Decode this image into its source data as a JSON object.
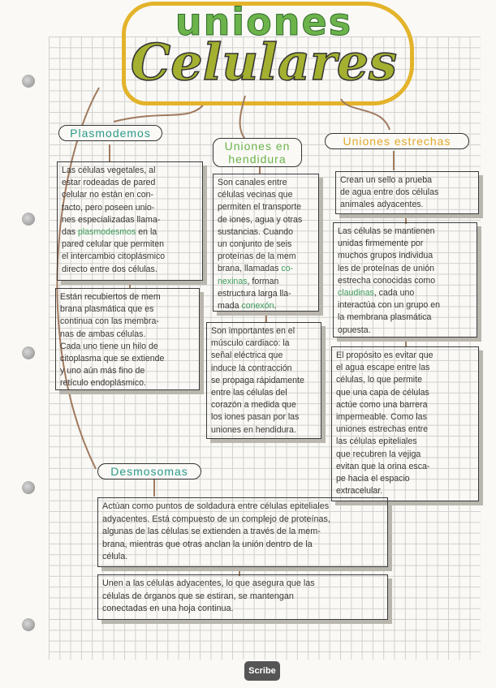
{
  "title": {
    "line1": "uniones",
    "line2": "Celulares"
  },
  "colors": {
    "accent_green": "#3c9a5a",
    "title_outline": "#e3b32a",
    "connector": "#a07a5e",
    "estrechas_label": "#e0a92a",
    "desmosomas_label": "#2a9a8a"
  },
  "sections": {
    "plasmodemos": {
      "label": "Plasmodemos",
      "boxes": [
        [
          {
            "t": "Las células vegetales, al\nestar rodeadas de pared\ncelular no están en con-\ntacto, pero poseen unio-\nnes especializadas llama-\ndas "
          },
          {
            "t": "plasmodesmos",
            "hl": true
          },
          {
            "t": " en la\npared celular que permiten\nel intercambio citoplásmico\ndirecto entre dos células."
          }
        ],
        [
          {
            "t": "Están recubiertos de mem\nbrana plasmática que es\ncontinua con las membra-\nnas de ambas células.\nCada uno tiene un hilo de\ncitoplasma que se extiende\ny uno aún más fino de\nretículo endoplásmico."
          }
        ]
      ]
    },
    "hendidura": {
      "label": "Uniones en hendidura",
      "boxes": [
        [
          {
            "t": "Son canales entre\ncélulas vecinas que\npermiten el transporte\nde iones, agua y otras\nsustancias. Cuando\nun conjunto de seis\nproteínas de la mem\nbrana, llamadas "
          },
          {
            "t": "co-\nnexinas",
            "hl": true
          },
          {
            "t": ", forman\nestructura larga lla-\nmada "
          },
          {
            "t": "conexón",
            "hl": true
          },
          {
            "t": "."
          }
        ],
        [
          {
            "t": "Son importantes en el\nmúsculo cardiaco: la\nseñal eléctrica que\ninduce la contracción\nse propaga rápidamente\nentre las células del\ncorazón a medida que\nlos iones pasan por las\nuniones en hendidura."
          }
        ]
      ]
    },
    "estrechas": {
      "label": "Uniones estrechas",
      "boxes": [
        [
          {
            "t": "Crean un sello a prueba\nde agua entre dos células\nanimales adyacentes."
          }
        ],
        [
          {
            "t": "Las células se mantienen\nunidas firmemente por\nmuchos grupos individua\nles de proteínas de unión\nestrecha conocidas como\n"
          },
          {
            "t": "claudinas",
            "hl": true
          },
          {
            "t": ", cada uno\ninteractúa con un grupo en\nla membrana plasmática\nopuesta."
          }
        ],
        [
          {
            "t": "El propósito es evitar que\nel agua escape entre las\ncélulas, lo que permite\nque una capa de células\nactúe como una barrera\nimpermeable. Como las\nuniones estrechas entre\nlas células epiteliales\nque recubren la vejiga\nevitan que la orina esca-\npe hacia el espacio\n                extracelular."
          }
        ]
      ]
    },
    "desmosomas": {
      "label": "Desmosomas",
      "boxes": [
        [
          {
            "t": "Actúan como puntos de soldadura entre células epiteliales\nadyacentes. Está compuesto de un complejo de proteínas,\nalgunas de las células se extienden a través de la mem-\nbrana, mientras que otras anclan la unión dentro de la\ncélula."
          }
        ],
        [
          {
            "t": "Unen a las células adyacentes, lo que asegura que las\ncélulas de órganos que se estiran, se mantengan\nconectadas en una hoja continua."
          }
        ]
      ]
    }
  },
  "footer": {
    "logo": "Scribe"
  }
}
